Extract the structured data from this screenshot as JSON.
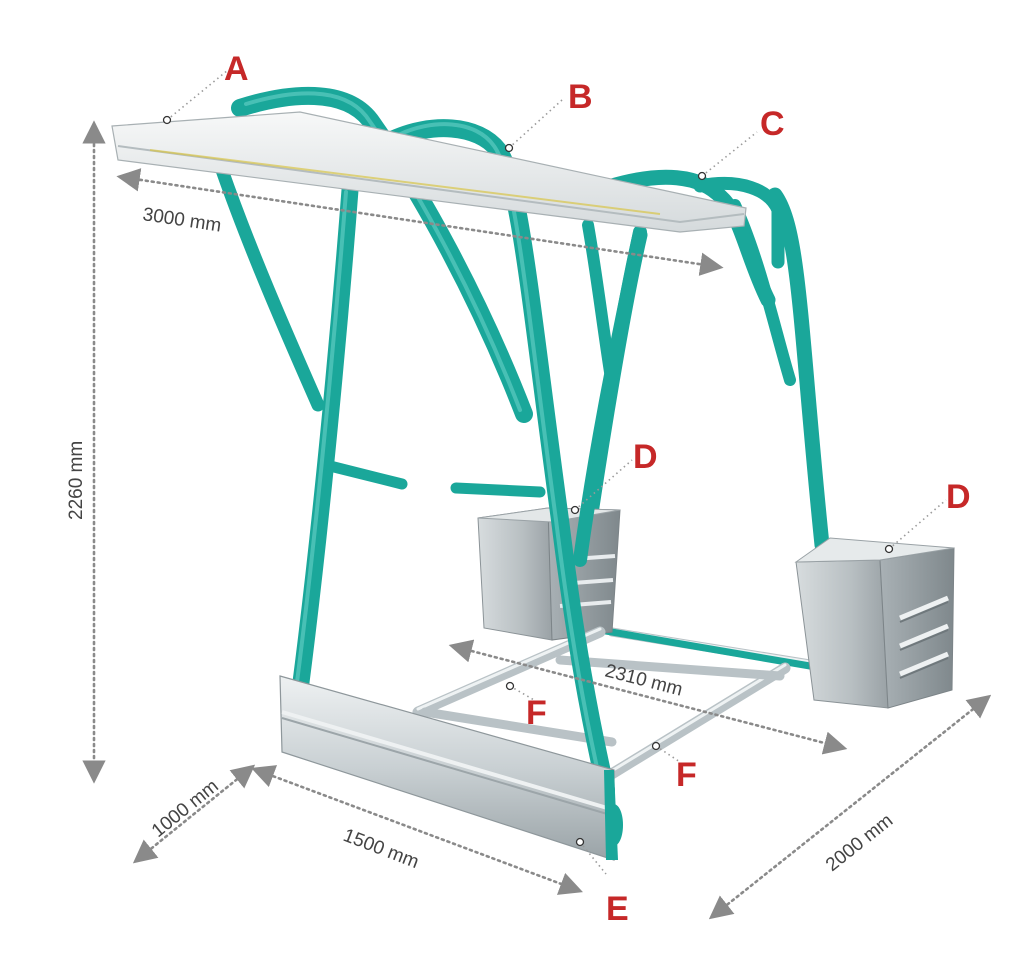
{
  "colors": {
    "frame": "#1aa79a",
    "metal": "#c9d0d3",
    "callout": "#c62828",
    "dimension": "#8a8a8a"
  },
  "callouts": {
    "a": "A",
    "b": "B",
    "c": "C",
    "d1": "D",
    "d2": "D",
    "e": "E",
    "f1": "F",
    "f2": "F"
  },
  "dimensions": {
    "top_length": "3000 mm",
    "height": "2260 mm",
    "inner_width": "2310 mm",
    "depth": "1000 mm",
    "base_length": "1500 mm",
    "total_depth": "2000 mm"
  }
}
